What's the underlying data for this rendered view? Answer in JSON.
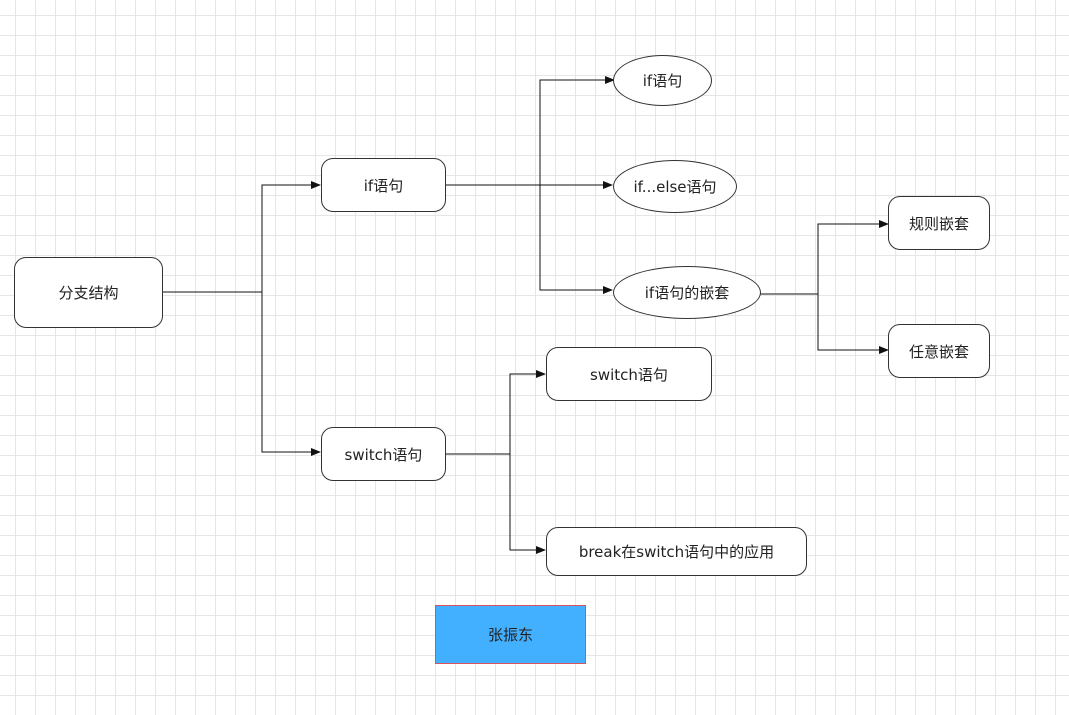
{
  "nodes": {
    "root": "分支结构",
    "if_stmt": "if语句",
    "switch_stmt": "switch语句",
    "if_simple": "if语句",
    "if_else": "if...else语句",
    "if_nested": "if语句的嵌套",
    "rule_nested": "规则嵌套",
    "any_nested": "任意嵌套",
    "switch_child": "switch语句",
    "break_usage": "break在switch语句中的应用",
    "author": "张振东"
  },
  "colors": {
    "node_border": "#333333",
    "node_fill": "#ffffff",
    "connector": "#111111",
    "author_fill": "#42b0ff",
    "author_border": "#d9535f",
    "grid": "#e6e6e6"
  }
}
